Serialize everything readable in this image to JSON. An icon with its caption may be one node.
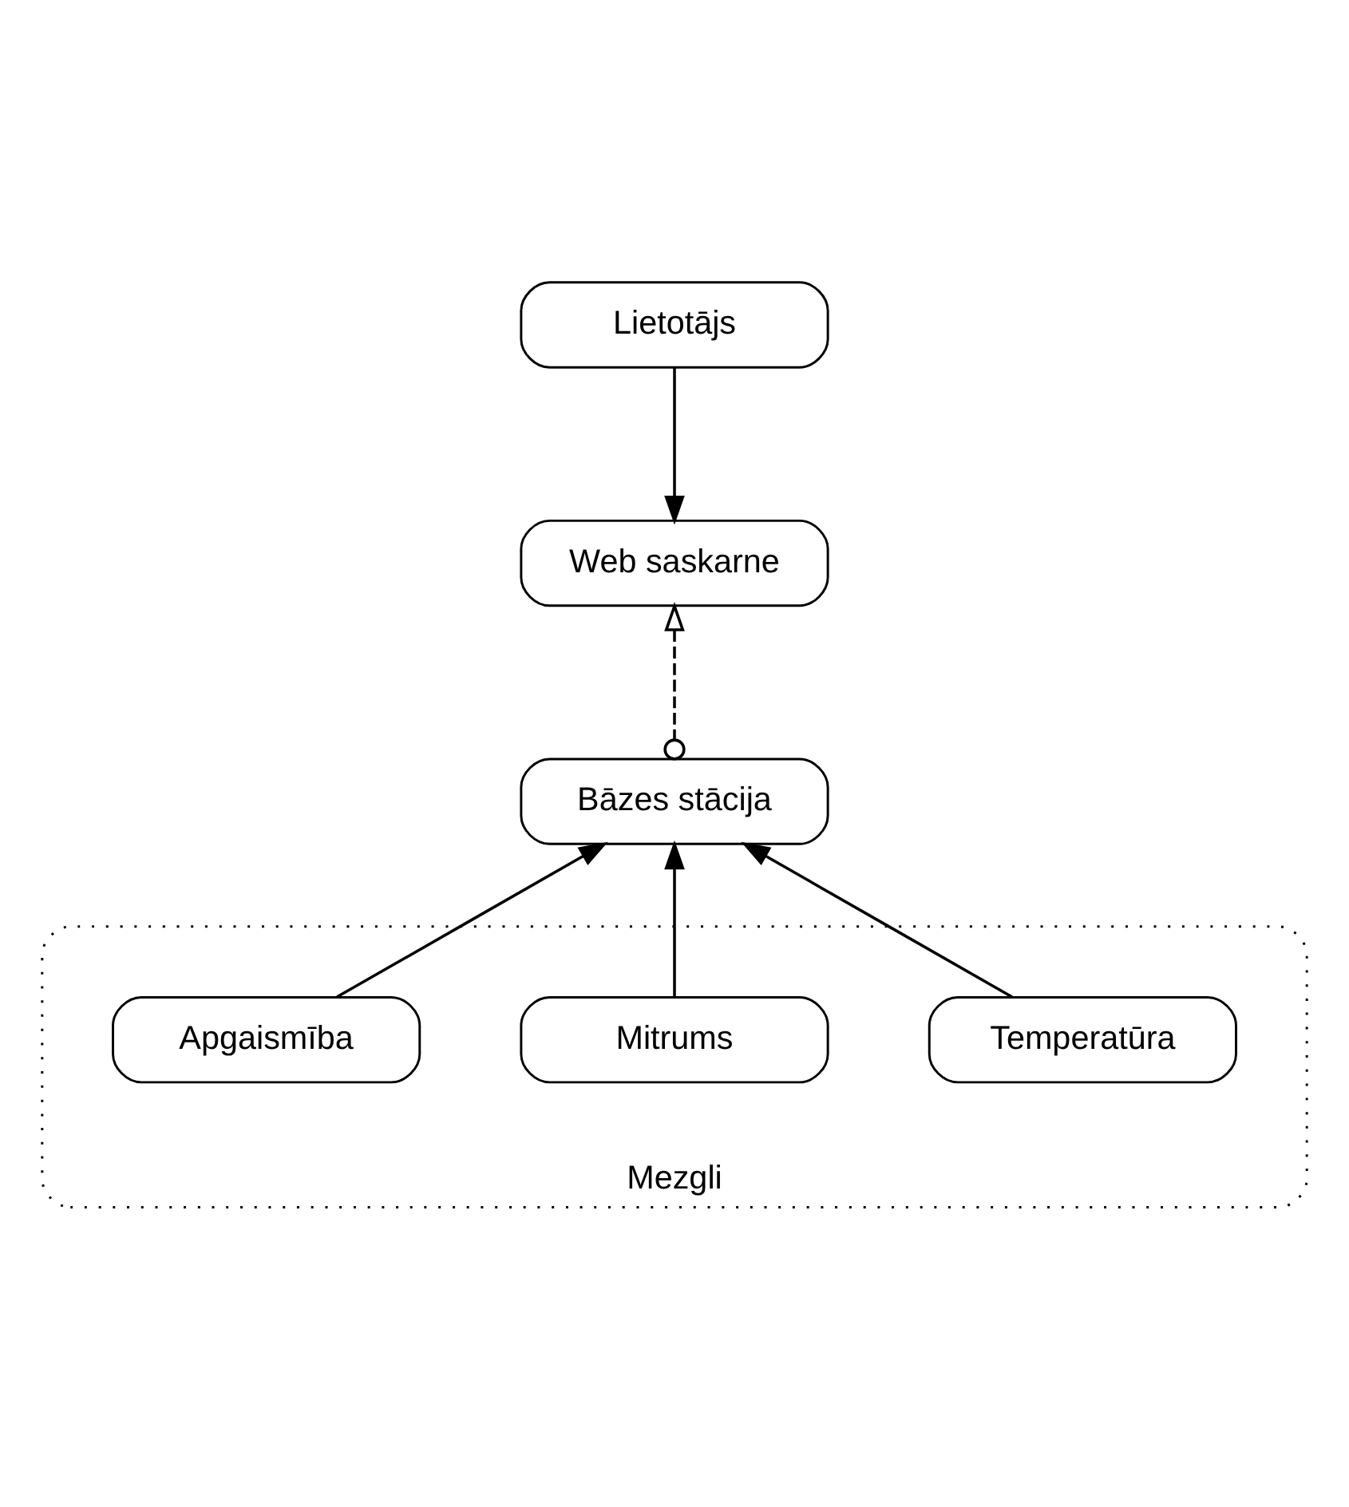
{
  "diagram": {
    "nodes": [
      {
        "text": [
          "Lietotājs"
        ]
      },
      {
        "text": [
          "Web saskarne"
        ]
      },
      {
        "text": [
          "Bāzes stācija"
        ]
      },
      {
        "text": [
          "Mezgli"
        ]
      },
      {
        "text": [
          "Temperatūra"
        ],
        "in": 3
      },
      {
        "text": [
          "Mitrums"
        ],
        "in": 3
      },
      {
        "text": [
          "Apgaismība"
        ],
        "in": 3
      }
    ],
    "edges": [
      {
        "from": 0,
        "to": 1,
        "arrow": "to"
      },
      {
        "from": 2,
        "to": 1,
        "arrow": "to",
        "style": "dashed"
      },
      {
        "from": 4,
        "to": 2,
        "arrow": "to"
      },
      {
        "from": 5,
        "to": 2,
        "arrow": "to"
      },
      {
        "from": 6,
        "to": 2,
        "arrow": "to"
      }
    ]
  }
}
